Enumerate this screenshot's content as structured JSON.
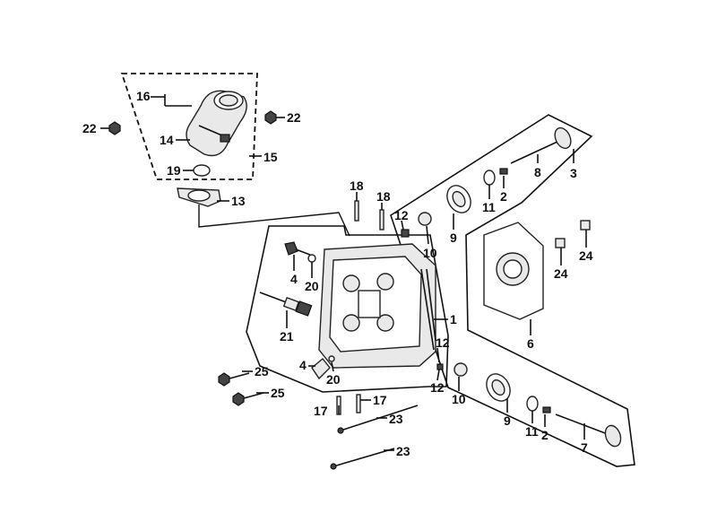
{
  "callouts": [
    {
      "id": "c1",
      "text": "1"
    },
    {
      "id": "c2a",
      "text": "2"
    },
    {
      "id": "c2b",
      "text": "2"
    },
    {
      "id": "c3",
      "text": "3"
    },
    {
      "id": "c4a",
      "text": "4"
    },
    {
      "id": "c4b",
      "text": "4"
    },
    {
      "id": "c6",
      "text": "6"
    },
    {
      "id": "c7",
      "text": "7"
    },
    {
      "id": "c8",
      "text": "8"
    },
    {
      "id": "c9a",
      "text": "9"
    },
    {
      "id": "c9b",
      "text": "9"
    },
    {
      "id": "c10a",
      "text": "10"
    },
    {
      "id": "c10b",
      "text": "10"
    },
    {
      "id": "c11a",
      "text": "11"
    },
    {
      "id": "c11b",
      "text": "11"
    },
    {
      "id": "c12a",
      "text": "12"
    },
    {
      "id": "c12b",
      "text": "12"
    },
    {
      "id": "c12c",
      "text": "12"
    },
    {
      "id": "c13",
      "text": "13"
    },
    {
      "id": "c14",
      "text": "14"
    },
    {
      "id": "c15",
      "text": "15"
    },
    {
      "id": "c16",
      "text": "16"
    },
    {
      "id": "c17a",
      "text": "17"
    },
    {
      "id": "c17b",
      "text": "17"
    },
    {
      "id": "c18a",
      "text": "18"
    },
    {
      "id": "c18b",
      "text": "18"
    },
    {
      "id": "c19",
      "text": "19"
    },
    {
      "id": "c20a",
      "text": "20"
    },
    {
      "id": "c20b",
      "text": "20"
    },
    {
      "id": "c21",
      "text": "21"
    },
    {
      "id": "c22a",
      "text": "22"
    },
    {
      "id": "c22b",
      "text": "22"
    },
    {
      "id": "c23a",
      "text": "23"
    },
    {
      "id": "c23b",
      "text": "23"
    },
    {
      "id": "c24a",
      "text": "24"
    },
    {
      "id": "c24b",
      "text": "24"
    },
    {
      "id": "c25a",
      "text": "25"
    },
    {
      "id": "c25b",
      "text": "25"
    }
  ]
}
